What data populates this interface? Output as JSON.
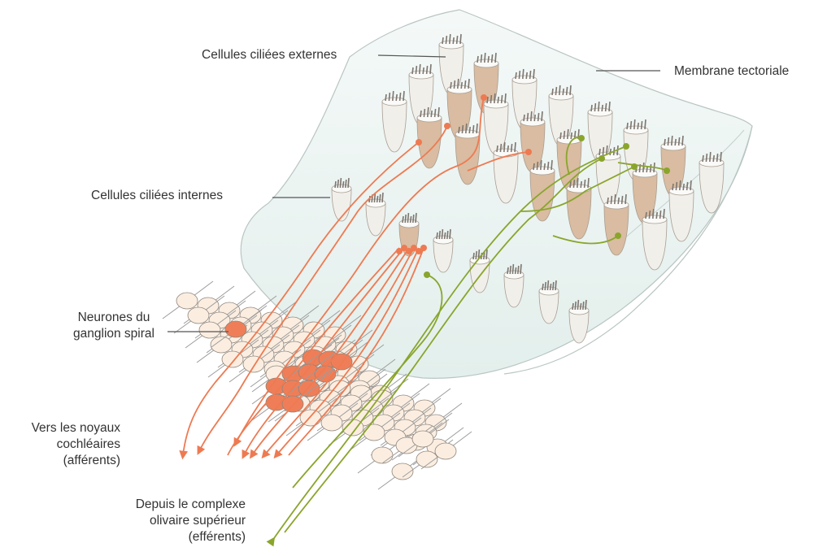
{
  "labels": {
    "outer_hair_cells": "Cellules ciliées externes",
    "tectorial_membrane": "Membrane tectoriale",
    "inner_hair_cells": "Cellules ciliées internes",
    "spiral_ganglion": [
      "Neurones du",
      "ganglion spiral"
    ],
    "afferent": [
      "Vers les noyaux",
      "cochléaires",
      "(afférents)"
    ],
    "efferent": [
      "Depuis le complexe",
      "olivaire supérieur",
      "(efférents)"
    ]
  },
  "colors": {
    "membrane_fill": "#eaf3f1",
    "membrane_stroke": "#b9c6c3",
    "cell_pale": "#f1efea",
    "cell_tan": "#d9bca1",
    "afferent_fiber": "#ee7a52",
    "efferent_fiber": "#8aa52c",
    "neuron_body": "#fbeee1",
    "neuron_active": "#ef7e58",
    "label_text": "#333333",
    "leader_line": "#555555"
  }
}
